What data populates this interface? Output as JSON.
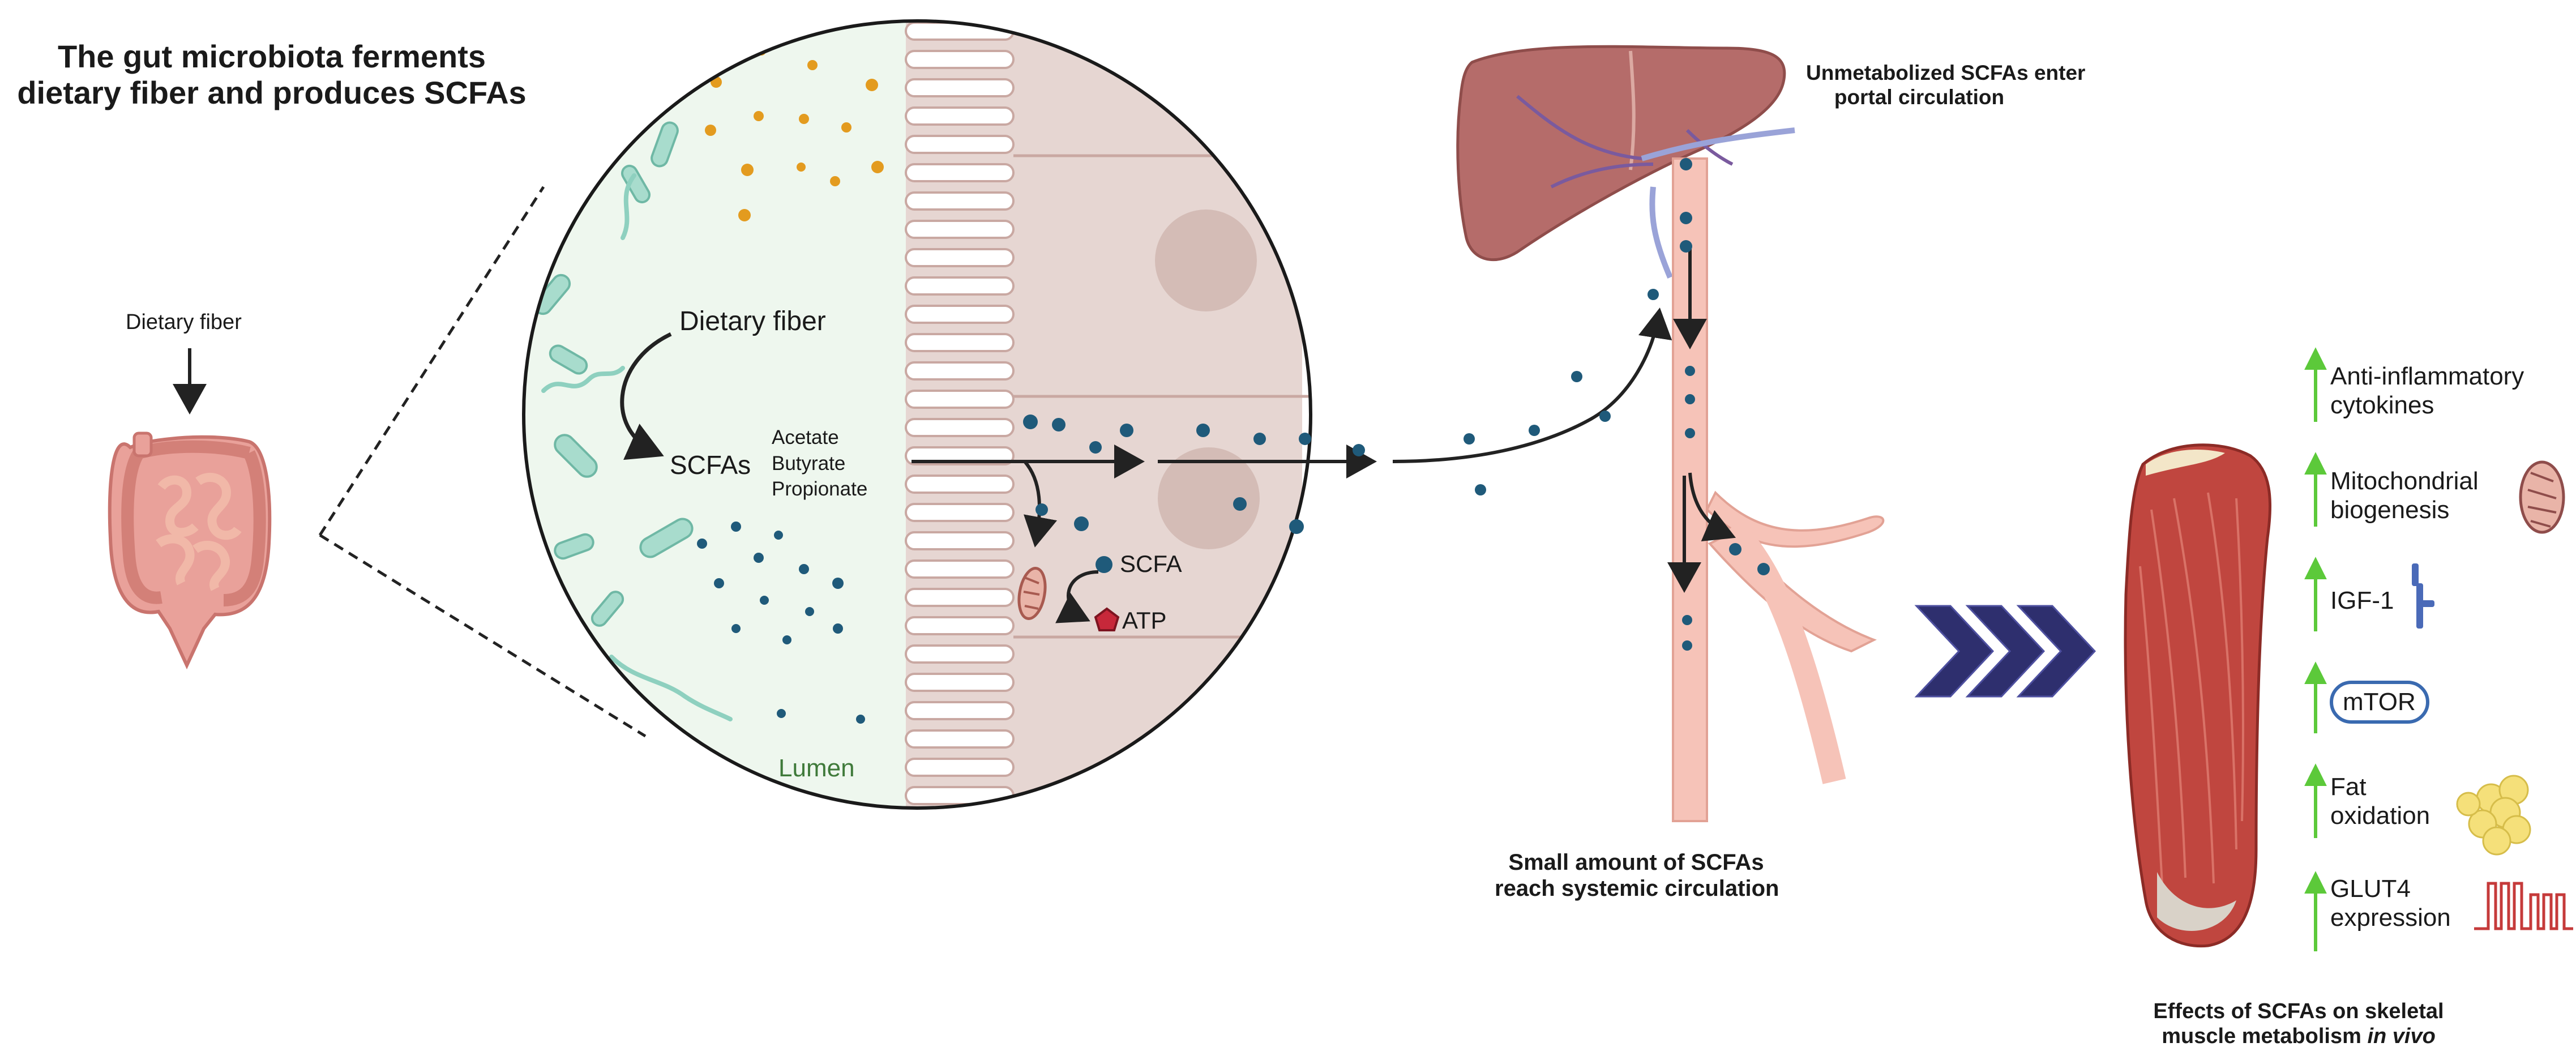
{
  "title": {
    "line1": "The gut microbiota ferments",
    "line2": "dietary fiber and produces SCFAs"
  },
  "gut": {
    "input_label": "Dietary fiber"
  },
  "lumen": {
    "fiber_label": "Dietary fiber",
    "scfa_label": "SCFAs",
    "scfa_types": [
      "Acetate",
      "Butyrate",
      "Propionate"
    ],
    "lumen_label": "Lumen"
  },
  "enterocyte": {
    "scfa_label": "SCFA",
    "atp_label": "ATP"
  },
  "liver": {
    "caption_line1": "Unmetabolized SCFAs enter",
    "caption_line2": "portal circulation"
  },
  "systemic": {
    "caption_line1": "Small amount of SCFAs",
    "caption_line2": "reach systemic circulation"
  },
  "effects": {
    "items": [
      {
        "line1": "Anti-inflammatory",
        "line2": "cytokines",
        "icon": "none"
      },
      {
        "line1": "Mitochondrial",
        "line2": "biogenesis",
        "icon": "mitochondrion-icon"
      },
      {
        "line1": "IGF-1",
        "line2": "",
        "icon": "igf1-receptor-icon"
      },
      {
        "line1": "mTOR",
        "line2": "",
        "icon": "mtor-box"
      },
      {
        "line1": "Fat",
        "line2": "oxidation",
        "icon": "fat-droplets-icon"
      },
      {
        "line1": "GLUT4",
        "line2": "expression",
        "icon": "glut4-transporter-icon"
      }
    ],
    "caption_line1": "Effects of SCFAs on skeletal",
    "caption_line2": "muscle metabolism",
    "caption_italic": "in vivo"
  },
  "colors": {
    "scfa_dot": "#1f5a7a",
    "arrow_up": "#5cc93a",
    "vessel": "#f2b9ae",
    "liver": "#b56c6a",
    "muscle": "#c0463f",
    "chevron": "#2e2f6e",
    "lumen_bg": "#eef7ee",
    "tissue_bg": "#e6d6d2",
    "bacteria": "#7cc8b8"
  }
}
